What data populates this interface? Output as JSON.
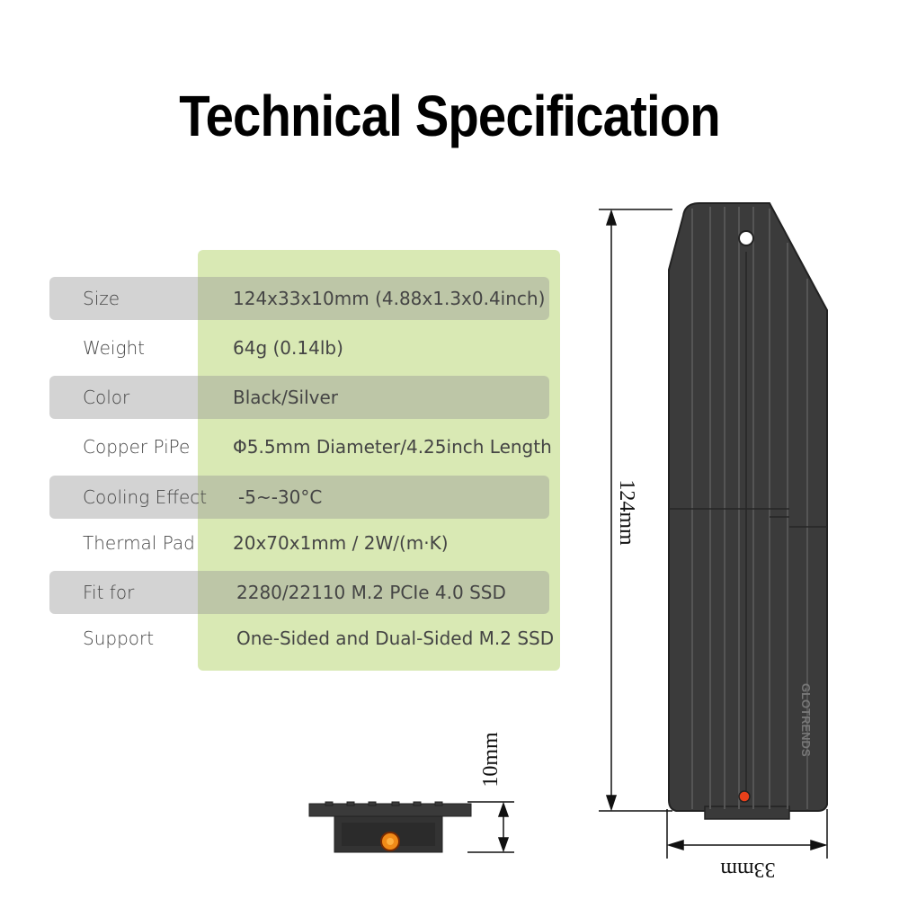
{
  "title": "Technical Specification",
  "specs": [
    {
      "label": "Size",
      "value": "124x33x10mm (4.88x1.3x0.4inch)"
    },
    {
      "label": "Weight",
      "value": "64g (0.14lb)"
    },
    {
      "label": "Color",
      "value": "Black/Silver"
    },
    {
      "label": "Copper PiPe",
      "value": "Φ5.5mm Diameter/4.25inch Length"
    },
    {
      "label": "Cooling Effect",
      "value": "-5~-30°C"
    },
    {
      "label": "Thermal Pad",
      "value": "20x70x1mm / 2W/(m·K)"
    },
    {
      "label": "Fit for",
      "value": "2280/22110 M.2 PCIe 4.0 SSD"
    },
    {
      "label": "Support",
      "value": "One-Sided and Dual-Sided M.2 SSD"
    }
  ],
  "dimensions": {
    "length": "124mm",
    "width": "33mm",
    "height": "10mm"
  },
  "logo_text": "GLOTRENDS",
  "colors": {
    "panel": "#d9e9b4",
    "heatsink": "#3a3a3a",
    "pipe_accent": "#e8401a"
  }
}
